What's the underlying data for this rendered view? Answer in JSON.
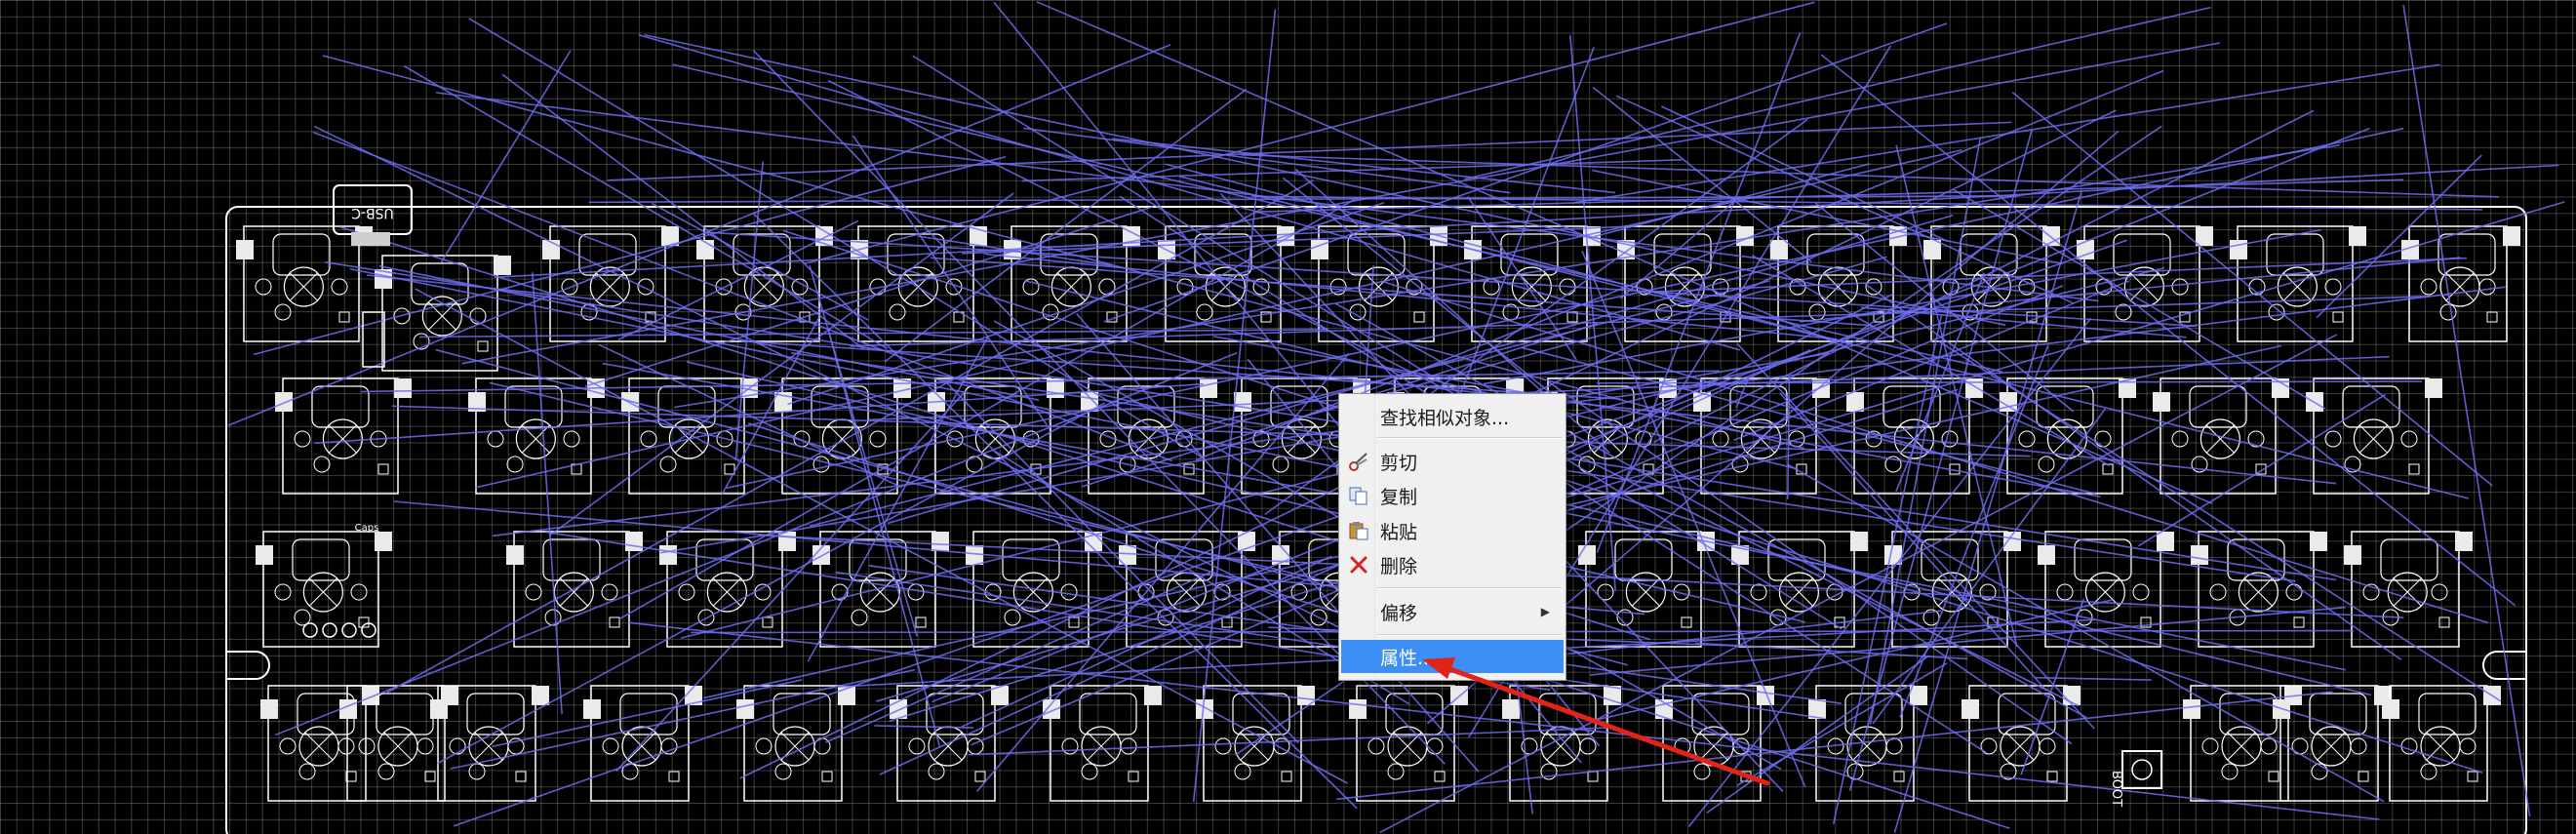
{
  "context_menu": {
    "items": [
      {
        "label": "查找相似对象...",
        "icon": ""
      },
      {
        "label": "剪切",
        "icon": "cut-icon"
      },
      {
        "label": "复制",
        "icon": "copy-icon"
      },
      {
        "label": "粘贴",
        "icon": "paste-icon"
      },
      {
        "label": "删除",
        "icon": "delete-icon"
      },
      {
        "label": "偏移",
        "icon": "",
        "submenu": true
      },
      {
        "label": "属性...",
        "icon": "",
        "highlighted": true
      }
    ]
  },
  "pcb": {
    "usb_label": "USB-C",
    "caps_label": "Caps",
    "boot_label": "BOOT",
    "background_color": "#000000",
    "outline_color": "#ffffff",
    "ratsnest_color": "#6e6ef0",
    "arrow_color": "#e2231a",
    "highlight_color": "#3d8ff5"
  }
}
